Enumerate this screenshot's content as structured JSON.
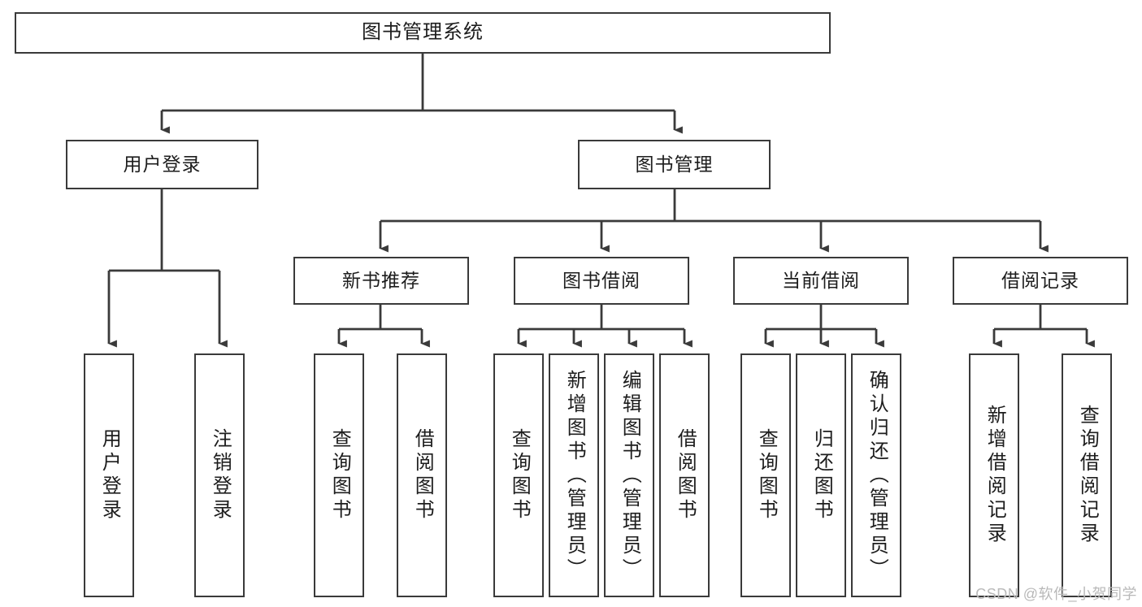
{
  "diagram": {
    "title": "图书管理系统",
    "type": "tree-hierarchy-diagram",
    "colors": {
      "box_border": "#3a3a3a",
      "box_fill": "#ffffff",
      "connector": "#3a3a3a",
      "text": "#1d1d1d",
      "watermark": "#b9b9b9"
    },
    "root": {
      "label": "图书管理系统"
    },
    "level2": [
      {
        "label": "用户登录"
      },
      {
        "label": "图书管理"
      }
    ],
    "level3": [
      {
        "label": "新书推荐"
      },
      {
        "label": "图书借阅"
      },
      {
        "label": "当前借阅"
      },
      {
        "label": "借阅记录"
      }
    ],
    "leaves": {
      "user_login": [
        {
          "label": "用户登录"
        },
        {
          "label": "注销登录"
        }
      ],
      "new_book_recommend": [
        {
          "label": "查询图书"
        },
        {
          "label": "借阅图书"
        }
      ],
      "book_borrow": [
        {
          "label": "查询图书"
        },
        {
          "label": "新增图书（管理员）"
        },
        {
          "label": "编辑图书（管理员）"
        },
        {
          "label": "借阅图书"
        }
      ],
      "current_borrow": [
        {
          "label": "查询图书"
        },
        {
          "label": "归还图书"
        },
        {
          "label": "确认归还（管理员）"
        }
      ],
      "borrow_record": [
        {
          "label": "新增借阅记录"
        },
        {
          "label": "查询借阅记录"
        }
      ]
    }
  },
  "watermark": {
    "text": "CSDN @软件_小贺同学"
  }
}
